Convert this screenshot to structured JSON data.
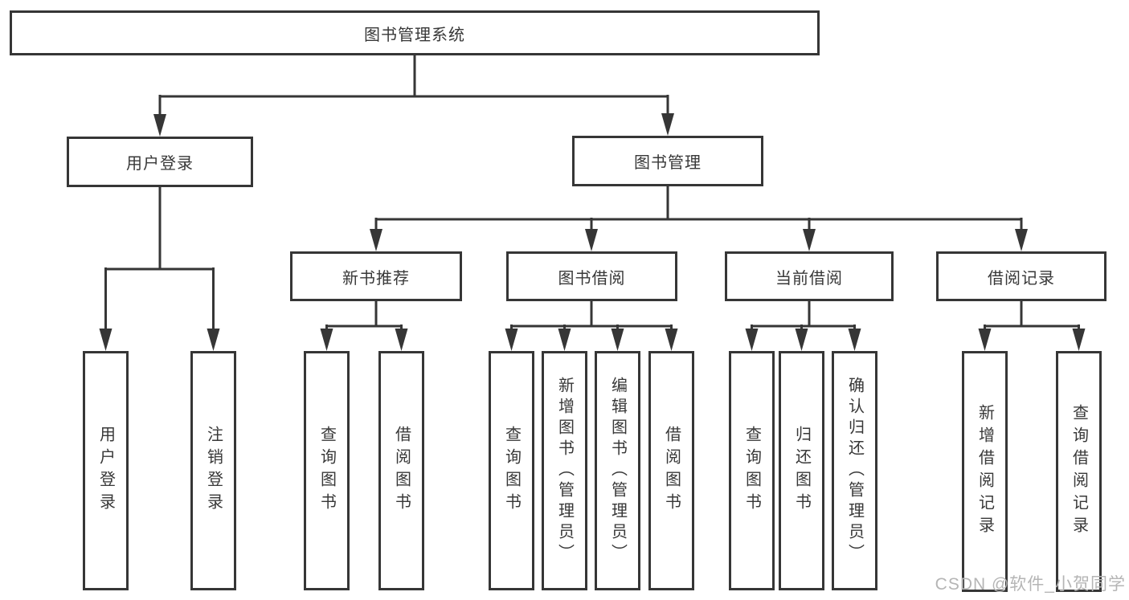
{
  "meta": {
    "diagram_type": "hierarchy-tree",
    "line_color": "#363636",
    "box_border_color": "#363636",
    "text_color": "#383838",
    "background_color": "#ffffff",
    "watermark_color": "#b5b5b5"
  },
  "tree": {
    "label": "图书管理系统",
    "children": [
      {
        "label": "用户登录",
        "children": [
          {
            "label": "用户登录"
          },
          {
            "label": "注销登录"
          }
        ]
      },
      {
        "label": "图书管理",
        "children": [
          {
            "label": "新书推荐",
            "children": [
              {
                "label": "查询图书"
              },
              {
                "label": "借阅图书"
              }
            ]
          },
          {
            "label": "图书借阅",
            "children": [
              {
                "label": "查询图书"
              },
              {
                "label": "新增图书（管理员）"
              },
              {
                "label": "编辑图书（管理员）"
              },
              {
                "label": "借阅图书"
              }
            ]
          },
          {
            "label": "当前借阅",
            "children": [
              {
                "label": "查询图书"
              },
              {
                "label": "归还图书"
              },
              {
                "label": "确认归还（管理员）"
              }
            ]
          },
          {
            "label": "借阅记录",
            "children": [
              {
                "label": "新增借阅记录"
              },
              {
                "label": "查询借阅记录"
              }
            ]
          }
        ]
      }
    ]
  },
  "watermark": {
    "text": "CSDN @软件_小贺同学"
  }
}
